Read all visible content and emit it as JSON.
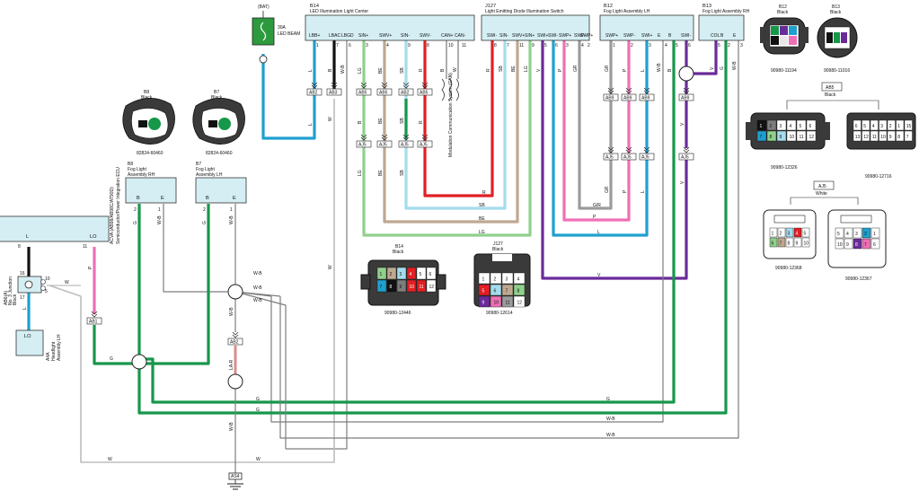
{
  "colors": {
    "LG": "#8fd08c",
    "BE": "#bda890",
    "SB": "#a4dced",
    "R": "#e11f24",
    "B": "#111111",
    "W": "#bdbdbd",
    "G": "#17974a",
    "L": "#1ea0cf",
    "P": "#ef6fb6",
    "GR": "#9b9b9b",
    "V": "#6a2b9a",
    "WB": "#7d7d7d",
    "LR": "#d98c8c",
    "box_fill": "#d5eef4",
    "fuse_fill": "#2d9a3e"
  },
  "fuse": {
    "tag": "(BAT)",
    "rating": "30A",
    "name": "LED BEAM"
  },
  "b14": {
    "code": "B14",
    "title": "LED Illumination Light Center",
    "pins": [
      {
        "name": "LBB+",
        "num": "1"
      },
      {
        "name": "LBAC",
        "num": "7"
      },
      {
        "name": "LBGD",
        "num": "6"
      },
      {
        "name": "SIN+",
        "num": "3"
      },
      {
        "name": "SWV+",
        "num": "4"
      },
      {
        "name": "SIN-",
        "num": "9"
      },
      {
        "name": "SWV-",
        "num": "8"
      },
      {
        "name": "CAN+",
        "num": "10"
      },
      {
        "name": "CAN-",
        "num": "11"
      }
    ]
  },
  "j127": {
    "code": "J127",
    "title": "Light Emitting Diode Illumination Switch",
    "pins": [
      {
        "name": "SWI-",
        "num": "8"
      },
      {
        "name": "SIN-",
        "num": "7"
      },
      {
        "name": "SWV+",
        "num": "11"
      },
      {
        "name": "SIN+",
        "num": "9"
      },
      {
        "name": "SWI+",
        "num": "5"
      },
      {
        "name": "SWI-",
        "num": "6"
      },
      {
        "name": "SWP+",
        "num": "3"
      },
      {
        "name": "SWP-",
        "num": "4"
      },
      {
        "name": "SWP+",
        "num": "2"
      }
    ]
  },
  "b12": {
    "code": "B12",
    "title": "Fog Light Assembly LH",
    "pins": [
      {
        "name": "SWP+",
        "num": "1"
      },
      {
        "name": "SWP-",
        "num": "2"
      },
      {
        "name": "SWI+",
        "num": "3"
      },
      {
        "name": "E",
        "num": "4"
      },
      {
        "name": "B",
        "num": "5"
      },
      {
        "name": "SWI-",
        "num": "6"
      }
    ]
  },
  "b13": {
    "code": "B13",
    "title": "Fog Light Assembly RH",
    "pins": [
      {
        "name": "COL",
        "num": "5"
      },
      {
        "name": "B",
        "num": "2"
      },
      {
        "name": "E",
        "num": "3"
      }
    ]
  },
  "b8": {
    "code": "B8",
    "title_line1": "Fog Light",
    "title_line2": "Assembly RH",
    "pin_b": "B",
    "pin_e": "E",
    "num_b": "2",
    "num_e": "1"
  },
  "b7": {
    "code": "B7",
    "title_line1": "Fog Light",
    "title_line2": "Assembly LH",
    "pin_b": "B",
    "pin_e": "E",
    "num_b": "2",
    "num_e": "1"
  },
  "ecu": {
    "line1": "ACVA (AB98/AB98C/AT90D)",
    "line2": "Semiconductor/Power Integration ECU",
    "pin_l": "L",
    "pin_lo": "LO",
    "num_l": "8",
    "num_lo": "11"
  },
  "junction": {
    "line1": "AB6(A)",
    "line2": "No. 3 Junction",
    "line3": "Block",
    "pins": [
      "16",
      "17",
      "10",
      "5"
    ]
  },
  "headlight": {
    "code": "A4A",
    "line1": "Headlight",
    "line2": "Assembly LH",
    "pin": "LO"
  },
  "wire_labels": {
    "b14_top": [
      "L",
      "B",
      "W-B",
      "LG",
      "BE",
      "SB",
      "R",
      "B",
      "W"
    ],
    "b14_mid": [
      "L",
      "B",
      "W",
      "B",
      "BE",
      "SB",
      "R"
    ],
    "b14_lower": [
      "LG",
      "BE",
      "SB"
    ],
    "j127": [
      "R",
      "SB",
      "BE",
      "LG",
      "V",
      "P",
      "GR"
    ],
    "b12": [
      "GR",
      "P",
      "L",
      "W-B",
      "B"
    ],
    "b13": [
      "V",
      "G",
      "W-B"
    ],
    "horizontal": [
      "R",
      "SB",
      "BE",
      "LG",
      "G/R",
      "P",
      "L",
      "V",
      "W",
      "W-B",
      "W-B",
      "W-B",
      "G",
      "G",
      "G",
      "G",
      "W-B",
      "W-B",
      "W",
      "W"
    ],
    "vertical": [
      "W-B",
      "W-B",
      "G",
      "G",
      "P",
      "L",
      "W-B",
      "LA-R",
      "W-B",
      "W",
      "V",
      "V"
    ]
  },
  "bubble_tags": {
    "ab3": "AB3",
    "ab1": "AB1",
    "ab2": "AB2",
    "aj5": "AJ5",
    "ab5": "AB5",
    "ab9": "AB9",
    "as4": "AS4",
    "modulation": "Modulation Communication System (CAN)"
  },
  "connector_views": {
    "b8": {
      "code": "B8",
      "color": "Black",
      "part": "82824-60460"
    },
    "b7": {
      "code": "B7",
      "color": "Black",
      "part": "82824-60460"
    },
    "b14": {
      "code": "B14",
      "color": "Black",
      "part": "90980-12446"
    },
    "j127": {
      "code": "J127",
      "color": "Black",
      "part": "90980-12614"
    },
    "b12": {
      "code": "B12",
      "color": "Black",
      "part": "90980-11194"
    },
    "b13": {
      "code": "B13",
      "color": "Black",
      "part": "90980-11016"
    },
    "ab5_head": {
      "code": "AB5",
      "color": "Black"
    },
    "ab5_left": {
      "part": "90980-12326"
    },
    "ab5_right": {
      "part": "90980-12716"
    },
    "aj5_head": {
      "code": "AJ5",
      "color": "White"
    },
    "aj5_left": {
      "part": "90980-12368"
    },
    "aj5_right": {
      "part": "90980-12367"
    }
  },
  "pin_grids": {
    "b14": [
      "1",
      "2",
      "3",
      "4",
      "5",
      "6",
      "7",
      "8",
      "9",
      "10",
      "11",
      "12"
    ],
    "j127": [
      "1",
      "2",
      "3",
      "4",
      "5",
      "6",
      "7",
      "8",
      "9",
      "10",
      "11",
      "12"
    ],
    "ab5_left": [
      "1",
      "2",
      "3",
      "4",
      "5",
      "6",
      "7",
      "8",
      "9",
      "10",
      "11",
      "12"
    ],
    "ab5_right": [
      "6",
      "5",
      "4",
      "3",
      "2",
      "1",
      "15",
      "13",
      "12",
      "11",
      "10",
      "9",
      "8",
      "7"
    ],
    "aj5_left": [
      "1",
      "2",
      "3",
      "4",
      "5",
      "6",
      "7",
      "8",
      "9",
      "10"
    ],
    "aj5_right": [
      "5",
      "4",
      "3",
      "2",
      "1",
      "10",
      "9",
      "8",
      "7",
      "6"
    ]
  }
}
